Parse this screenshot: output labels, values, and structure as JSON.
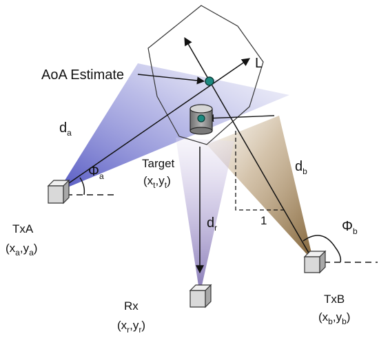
{
  "diagram": {
    "labels": {
      "aoa": "AoA Estimate",
      "L": "L",
      "da_main": "d",
      "da_sub": "a",
      "phia_main": "Φ",
      "phia_sub": "a",
      "target": "Target",
      "target_coord": {
        "open": "(x",
        "s1": "t",
        "mid": ",y",
        "s2": "t",
        "close": ")"
      },
      "db_main": "d",
      "db_sub": "b",
      "dr_main": "d",
      "dr_sub": "r",
      "one": "1",
      "phib_main": "Φ",
      "phib_sub": "b",
      "txa": "TxA",
      "txa_coord": {
        "open": "(x",
        "s1": "a",
        "mid": ",y",
        "s2": "a",
        "close": ")"
      },
      "rx": "Rx",
      "rx_coord": {
        "open": "(x",
        "s1": "r",
        "mid": ",y",
        "s2": "r",
        "close": ")"
      },
      "txb": "TxB",
      "txb_coord": {
        "open": "(x",
        "s1": "b",
        "mid": ",y",
        "s2": "b",
        "close": ")"
      }
    },
    "colors": {
      "beam_a": "#5b5ec4",
      "beam_b": "#8a6a3c",
      "beam_r": "#8c7fb8",
      "target_fill": "#8a8a8a",
      "marker": "#1c8a80"
    }
  }
}
